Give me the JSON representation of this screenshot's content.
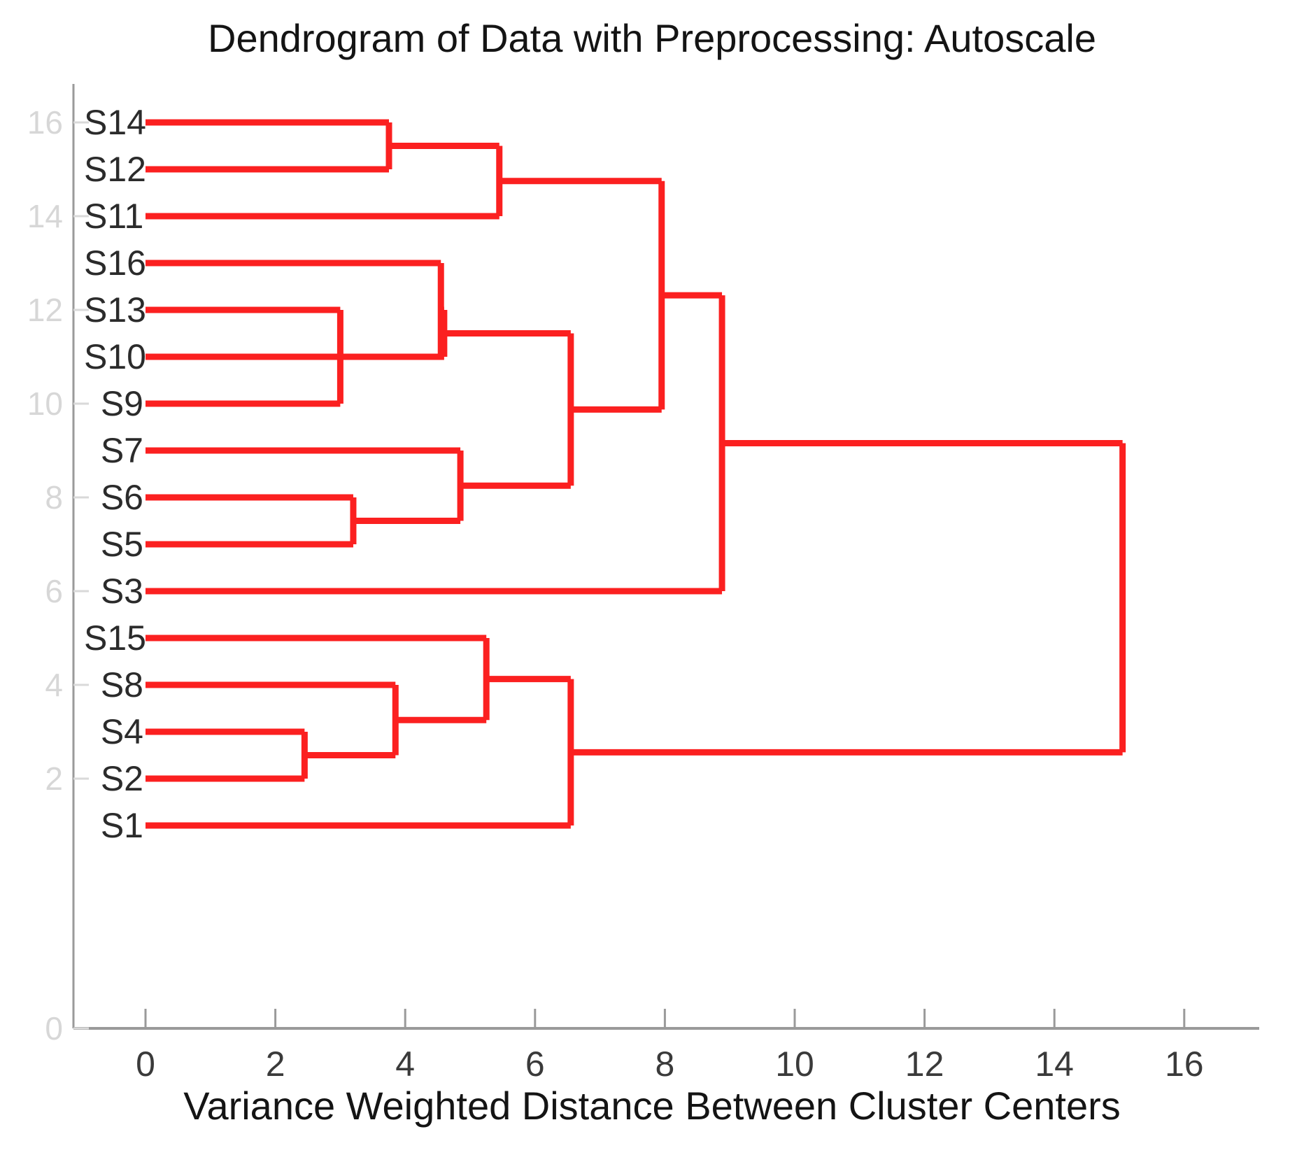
{
  "chart_data": {
    "type": "dendrogram",
    "title": "Dendrogram of Data with Preprocessing: Autoscale",
    "xlabel": "Variance Weighted Distance Between Cluster Centers",
    "ylabel": "",
    "xlim": [
      0,
      17.0
    ],
    "ylim": [
      0,
      17
    ],
    "grid": false,
    "legend": null,
    "line_color": "#fb2020",
    "axis_color": "#9a9a9a",
    "leaf_labels": [
      "S14",
      "S12",
      "S11",
      "S16",
      "S13",
      "S10",
      "S9",
      "S7",
      "S6",
      "S5",
      "S3",
      "S15",
      "S8",
      "S4",
      "S2",
      "S1"
    ],
    "leaf_order_top_to_bottom": [
      "S14",
      "S12",
      "S11",
      "S16",
      "S13",
      "S10",
      "S9",
      "S7",
      "S6",
      "S5",
      "S3",
      "S15",
      "S8",
      "S4",
      "S2",
      "S1"
    ],
    "xticks": [
      0,
      2,
      4,
      6,
      8,
      10,
      12,
      14,
      16
    ],
    "xticklabels": [
      "0",
      "2",
      "4",
      "6",
      "8",
      "10",
      "12",
      "14",
      "16"
    ],
    "yticks": [
      0,
      2,
      4,
      6,
      8,
      10,
      12,
      14,
      16
    ],
    "yticklabels": [
      "0",
      "2",
      "4",
      "6",
      "8",
      "10",
      "12",
      "14",
      "16"
    ],
    "merges": [
      {
        "id": "m1",
        "left": "S4",
        "right": "S2",
        "distance": 2.45
      },
      {
        "id": "m2",
        "left": "S13",
        "right": "S9",
        "distance": 3.0
      },
      {
        "id": "m3",
        "left": "S6",
        "right": "S5",
        "distance": 3.2
      },
      {
        "id": "m4",
        "left": "S14",
        "right": "S12",
        "distance": 3.75
      },
      {
        "id": "m5",
        "left": "S8",
        "right": "m1",
        "distance": 3.85
      },
      {
        "id": "m6",
        "left": "S16",
        "right": "S10",
        "distance": 4.55
      },
      {
        "id": "m7",
        "left": "m6",
        "right": "m2",
        "distance": 4.6
      },
      {
        "id": "m8",
        "left": "S7",
        "right": "m3",
        "distance": 4.85
      },
      {
        "id": "m9",
        "left": "S15",
        "right": "m5",
        "distance": 5.25
      },
      {
        "id": "m10",
        "left": "m4",
        "right": "S11",
        "distance": 5.45
      },
      {
        "id": "m11",
        "left": "m7",
        "right": "m8",
        "distance": 6.55
      },
      {
        "id": "m12",
        "left": "m9",
        "right": "S1",
        "distance": 6.55
      },
      {
        "id": "m13",
        "left": "m10",
        "right": "m11",
        "distance": 7.95
      },
      {
        "id": "m14",
        "left": "m13",
        "right": "S3",
        "distance": 8.88
      },
      {
        "id": "m15",
        "left": "m14",
        "right": "m12",
        "distance": 15.05
      }
    ]
  },
  "axes": {
    "x_axis_name": "distance-axis",
    "y_axis_name": "sample-axis"
  }
}
